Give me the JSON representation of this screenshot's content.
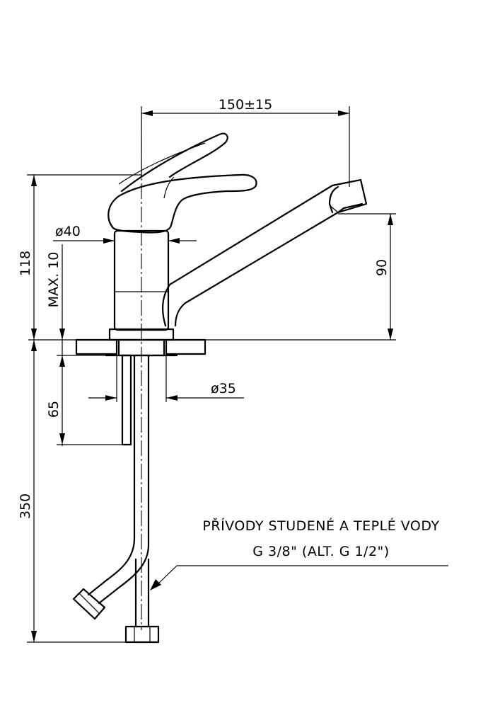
{
  "dimensions": {
    "reach": "150±15",
    "height_total": "118",
    "body_diameter": "ø40",
    "counter_thickness": "MAX. 10",
    "spout_height": "90",
    "shank_length": "65",
    "hole_diameter": "ø35",
    "hose_length": "350"
  },
  "note": {
    "line1": "PŘÍVODY STUDENÉ A TEPLÉ VODY",
    "line2": "G 3/8\" (ALT. G 1/2\")"
  }
}
